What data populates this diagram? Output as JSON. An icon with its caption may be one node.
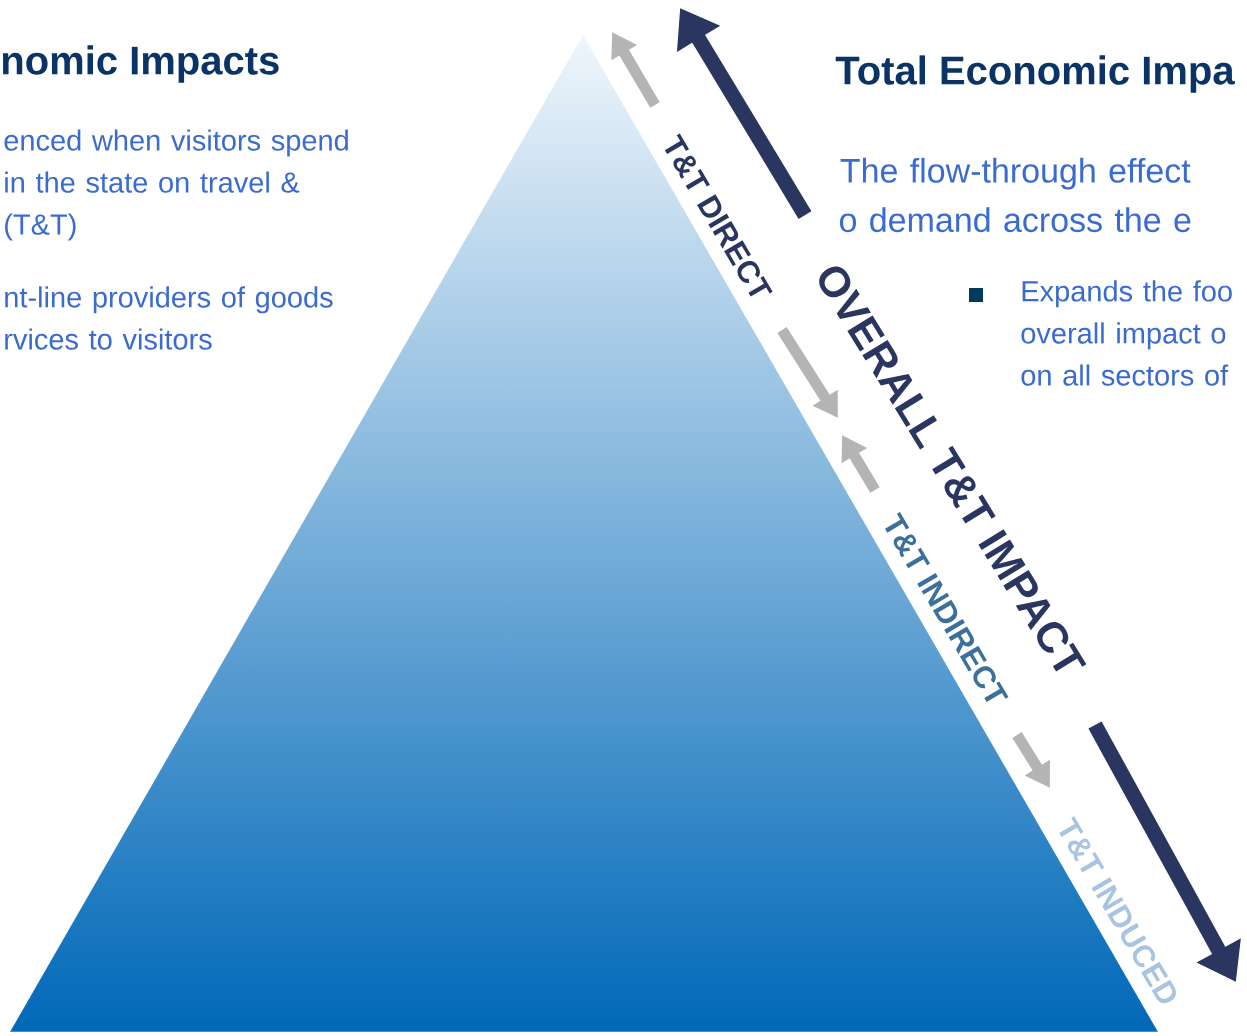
{
  "diagram": {
    "labels": [
      "nomic Impacts",
      "enced when visitors spend in the state on travel & (T&T)",
      "nt-line providers of goods rvices to visitors",
      "Total Economic Impa",
      "The flow-through effect o demand across the e",
      "Expands the foo overall impact o on all sectors of",
      "T&T DIRECT",
      "OVERALL T&T IMPACT",
      "T&T INDIRECT",
      "T&T INDUCED"
    ]
  }
}
